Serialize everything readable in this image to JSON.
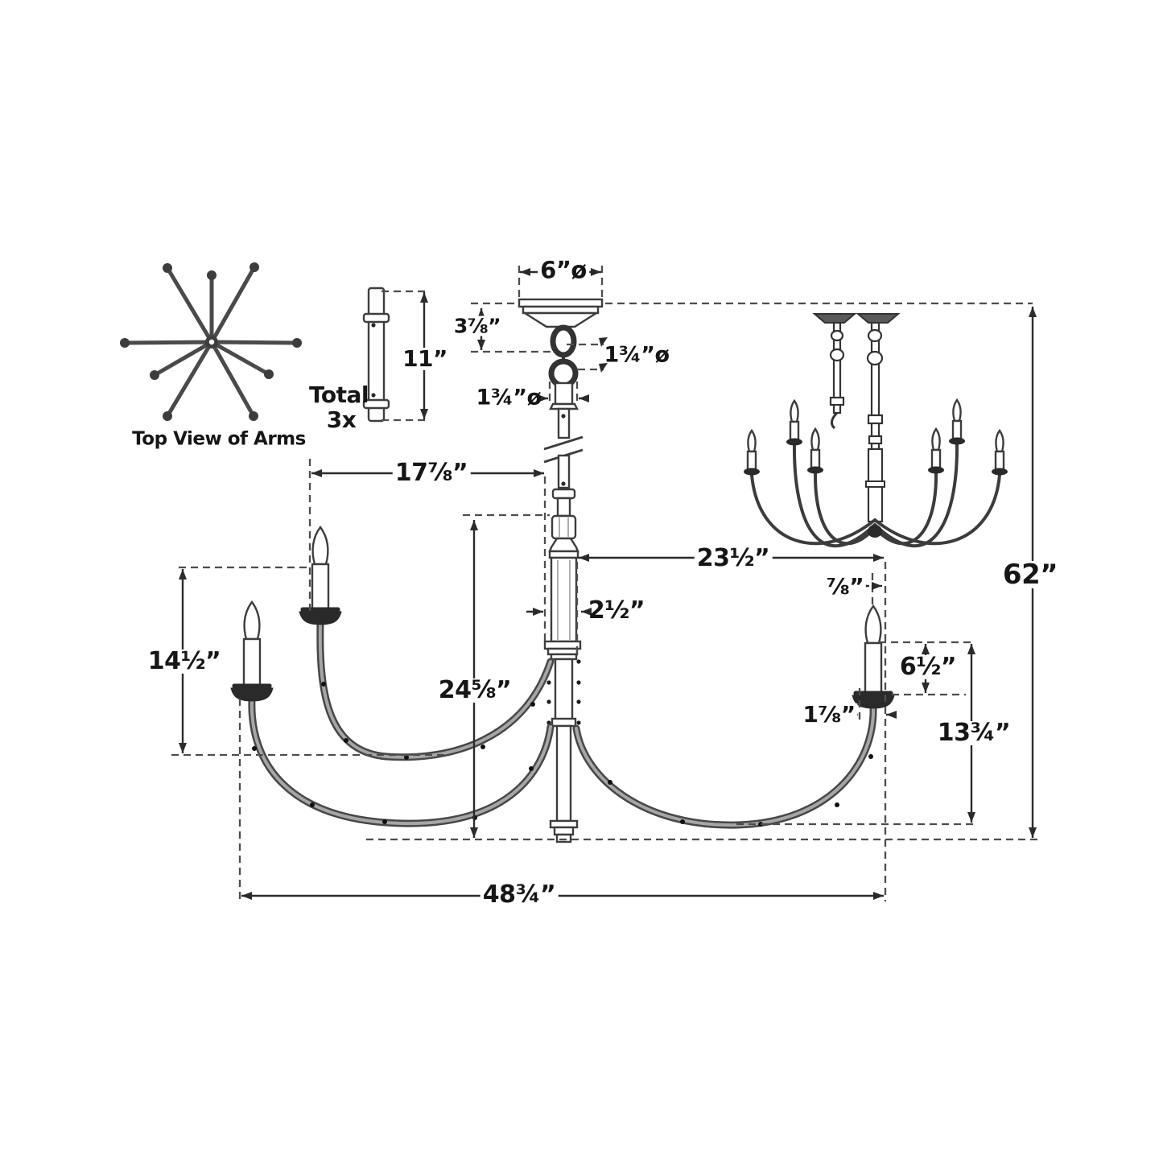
{
  "palette": {
    "ink": "#2b2b2b",
    "line_gray": "#3d3d3d",
    "dash_gray": "#4d4d4d",
    "dark_fill": "#2a2a2a",
    "background": "#ffffff"
  },
  "drawing": {
    "top_view_label": "Top View of Arms",
    "top_view_arm_count": 9,
    "rod_note_line1": "Total",
    "rod_note_line2": "3x"
  },
  "dims": {
    "rod_length": "11”",
    "canopy_diameter": "6”ø",
    "canopy_height": "3⅞”",
    "loop_diameter": "1¾”ø",
    "stem_diameter": "1¾”ø",
    "upper_arm_span": "17⅞”",
    "lower_arm_span": "23½”",
    "column_width": "2½”",
    "candle_offset": "⅞”",
    "body_height": "24⅝”",
    "upper_tier_height": "14½”",
    "candle_height": "6½”",
    "bobeche_offset": "1⅞”",
    "lower_tier_height": "13¾”",
    "overall_width": "48¾”",
    "overall_height": "62”"
  }
}
